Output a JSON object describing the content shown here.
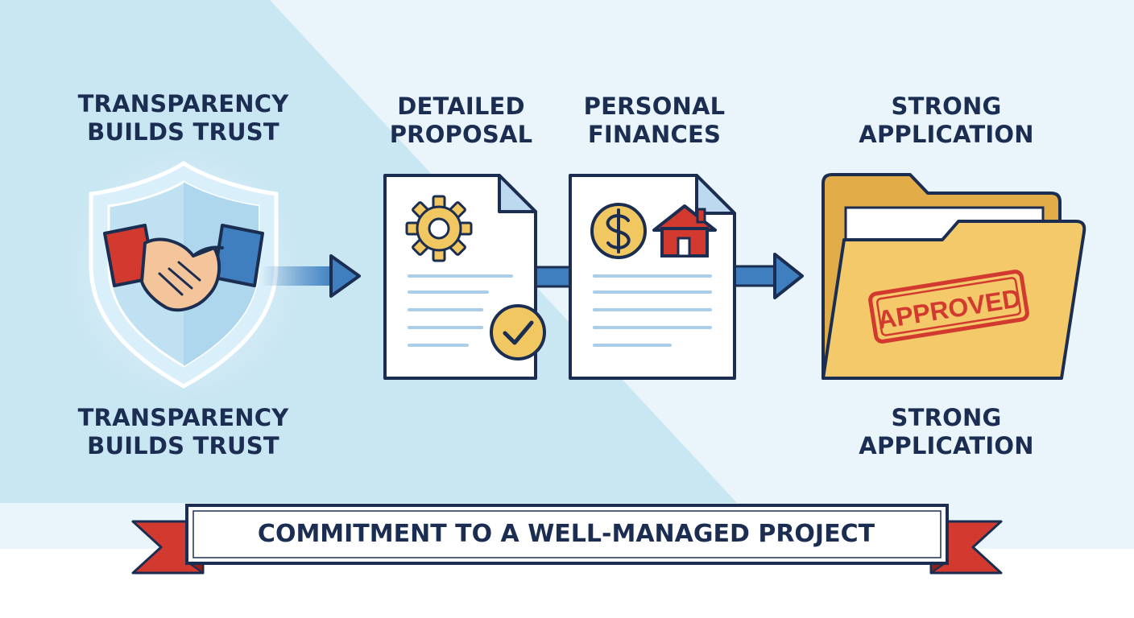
{
  "labels": {
    "trust_top": [
      "TRANSPARENCY",
      "BUILDS TRUST"
    ],
    "proposal": [
      "DETAILED",
      "PROPOSAL"
    ],
    "finances": [
      "PERSONAL",
      "FINANCES"
    ],
    "strong_top": [
      "STRONG",
      "APPLICATION"
    ],
    "trust_bottom": [
      "TRANSPARENCY",
      "BUILDS TRUST"
    ],
    "strong_bottom": [
      "STRONG",
      "APPLICATION"
    ]
  },
  "stamp": {
    "text": "APPROVED"
  },
  "banner": {
    "text": "COMMITMENT TO A WELL-MANAGED PROJECT"
  },
  "icons": [
    "shield-icon",
    "handshake-icon",
    "gear-icon",
    "checkmark-icon",
    "dollar-icon",
    "house-icon",
    "folder-icon",
    "arrow-right-icon"
  ],
  "colors": {
    "navy": "#1b2e52",
    "blue": "#3f7fc0",
    "red": "#d23a30",
    "gold": "#f0c761",
    "background_light": "#eaf5fb",
    "background_blue": "#c9e6f3"
  }
}
